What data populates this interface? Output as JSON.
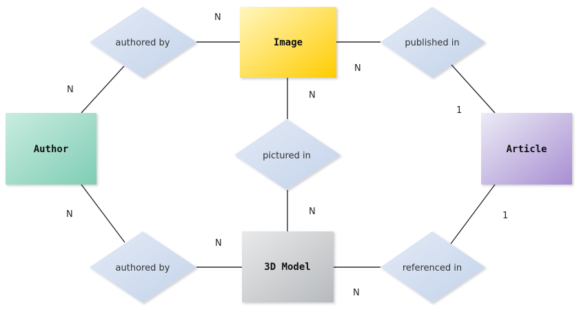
{
  "entities": {
    "image": "Image",
    "author": "Author",
    "article": "Article",
    "model3d": "3D Model"
  },
  "relationships": {
    "authored_by_top": "authored by",
    "published_in": "published in",
    "pictured_in": "pictured in",
    "authored_by_bottom": "authored by",
    "referenced_in": "referenced in"
  },
  "cardinalities": {
    "author_top": "N",
    "image_author": "N",
    "image_published": "N",
    "article_published": "1",
    "image_pictured": "N",
    "model_pictured": "N",
    "author_bottom": "N",
    "model_author": "N",
    "article_referenced": "1",
    "model_referenced": "N"
  },
  "colors": {
    "image": "#ffd11a",
    "author": "#8fd4be",
    "article": "#b9a6dc",
    "model3d": "#c6c9cc",
    "relationship": "#cfdbee"
  }
}
